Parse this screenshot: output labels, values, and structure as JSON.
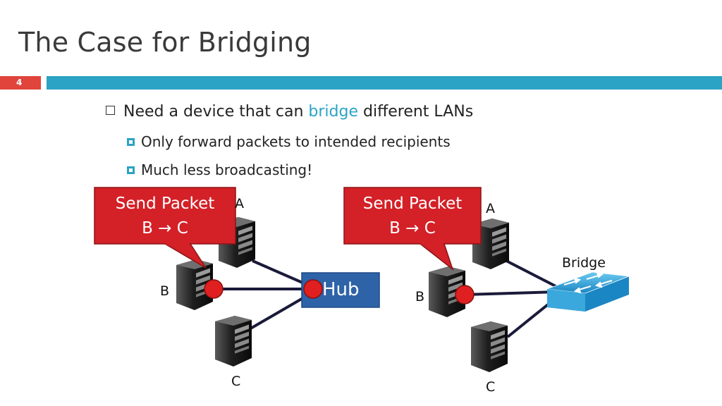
{
  "slide": {
    "title": "The Case for Bridging",
    "number": "4"
  },
  "bullets": {
    "main_prefix": "Need a device that can",
    "main_keyword": "bridge",
    "main_suffix": "different LANs",
    "sub1": "Only forward packets to intended recipients",
    "sub2": "Much less broadcasting!"
  },
  "left_diagram": {
    "callout_line1": "Send Packet",
    "callout_line2": "B → C",
    "hub_label": "Hub",
    "label_a": "A",
    "label_b": "B",
    "label_c": "C"
  },
  "right_diagram": {
    "callout_line1": "Send Packet",
    "callout_line2": "B → C",
    "bridge_label": "Bridge",
    "label_a": "A",
    "label_b": "B",
    "label_c": "C"
  },
  "colors": {
    "accent": "#2ba3c4",
    "slide_number_bg": "#e0443a",
    "callout": "#d42027",
    "hub": "#2e63a8",
    "switch": "#2fa3dc",
    "port": "#e02020"
  }
}
